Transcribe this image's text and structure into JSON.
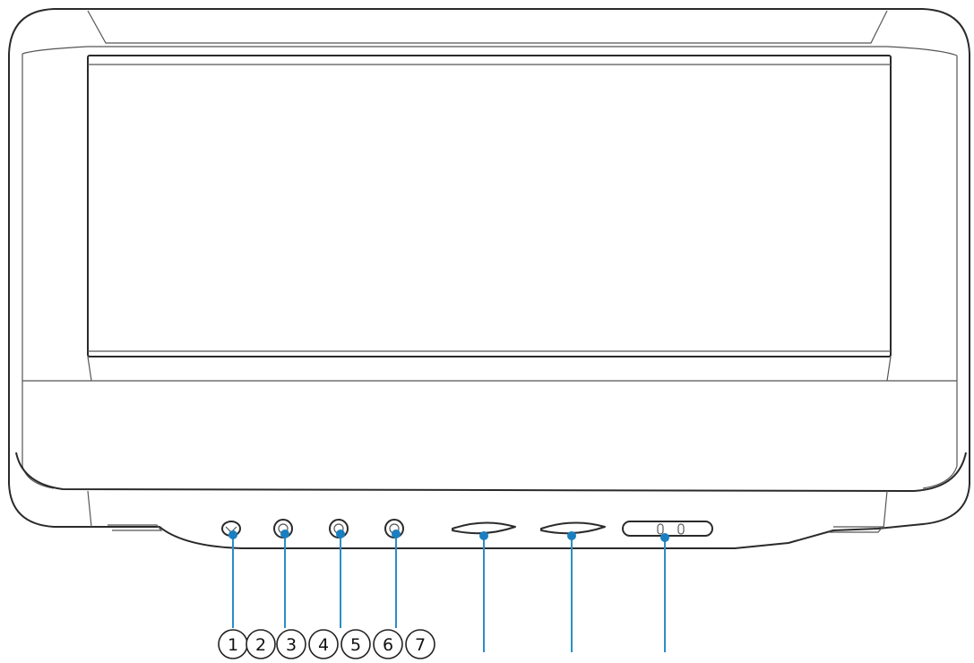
{
  "callouts": [
    "1",
    "2",
    "3",
    "4",
    "5",
    "6",
    "7"
  ],
  "colors": {
    "outline": "#2a2a2a",
    "leader": "#2b8fc4",
    "dot": "#1a7fc0"
  }
}
